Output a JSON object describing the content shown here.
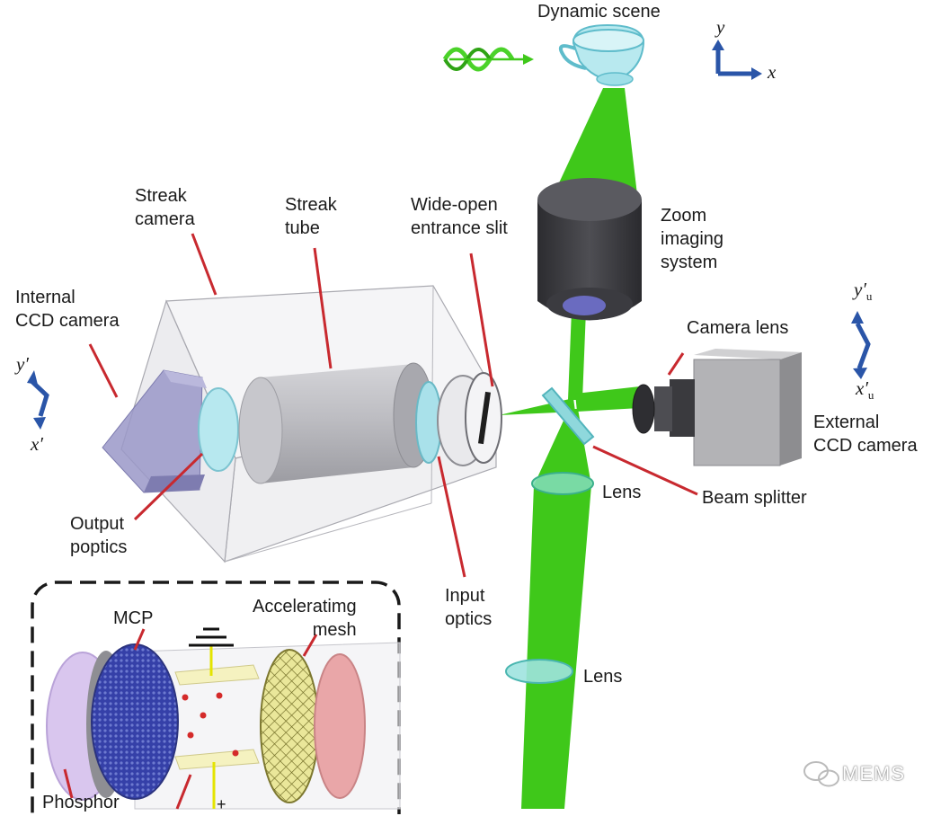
{
  "labels": {
    "dynamic_scene": "Dynamic scene",
    "streak_camera": "Streak\ncamera",
    "streak_tube": "Streak\ntube",
    "wide_open_slit": "Wide-open\nentrance slit",
    "zoom_imaging": "Zoom\nimaging\nsystem",
    "internal_ccd": "Internal\nCCD camera",
    "camera_lens": "Camera lens",
    "external_ccd": "External\nCCD camera",
    "beam_splitter": "Beam splitter",
    "lens_upper": "Lens",
    "lens_lower": "Lens",
    "output_optics": "Output\npoptics",
    "input_optics": "Input\noptics",
    "mcp": "MCP",
    "accelerating_mesh": "Acceleratimg\nmesh",
    "phosphor": "Phosphor",
    "plus_sign": "+"
  },
  "axes": {
    "scene_y": "y",
    "scene_x": "x",
    "internal_y": "y′",
    "internal_x": "x′",
    "external_y": "y′",
    "external_y_sub": "u",
    "external_x": "x′",
    "external_x_sub": "u"
  },
  "watermark": {
    "text": "MEMS",
    "icon": "wechat-icon"
  },
  "colors": {
    "beam_green": "#3fc81a",
    "housing_gray": "#cfcfd3",
    "leader_red": "#c8292f",
    "axis_blue": "#2a55a8",
    "ccd_purple": "#9a98c8",
    "mcp_blue": "#3540a8",
    "phosphor_lilac": "#d9c6ee",
    "mesh_yellow": "#e3dd6a",
    "mesh_pink": "#e9a6a8"
  }
}
